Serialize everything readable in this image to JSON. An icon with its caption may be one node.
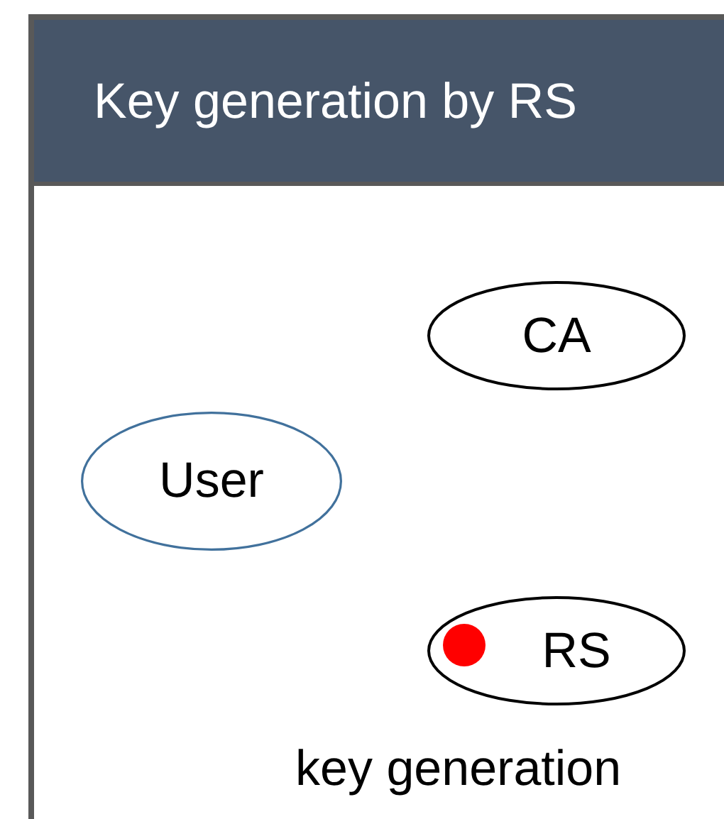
{
  "diagram": {
    "title": "Key generation by RS",
    "nodes": [
      {
        "text": [
          "CA"
        ]
      },
      {
        "text": [
          "User"
        ]
      },
      {
        "text": [
          "RS"
        ],
        "beside": [
          "key generation"
        ]
      }
    ]
  }
}
